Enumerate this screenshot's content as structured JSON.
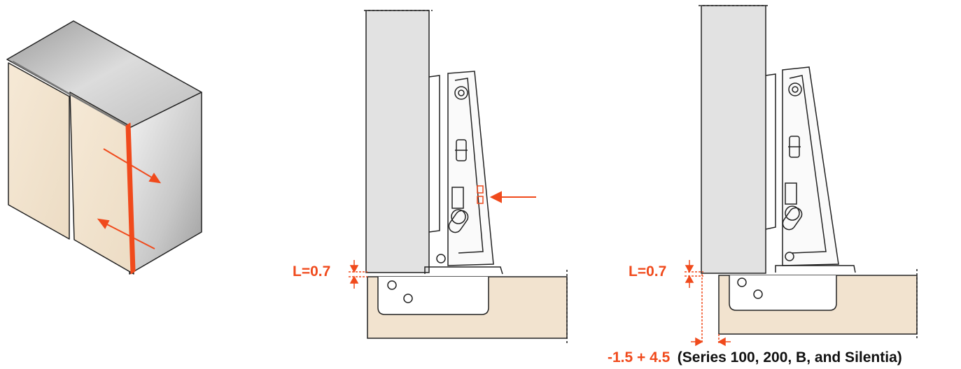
{
  "left_panel": {
    "label": "L=0.7"
  },
  "right_panel": {
    "label": "L=0.7",
    "adjustment_range": "-1.5 + 4.5",
    "series_note": "(Series 100, 200, B, and Silentia)"
  },
  "colors": {
    "accent": "#f04a1c",
    "door_fill": "#f2e3cf",
    "panel_fill": "#e2e2e2",
    "outline": "#222222"
  },
  "icons": [
    "cabinet-isometric-illustration",
    "hinge-detail-drawing",
    "arrow-icon"
  ]
}
